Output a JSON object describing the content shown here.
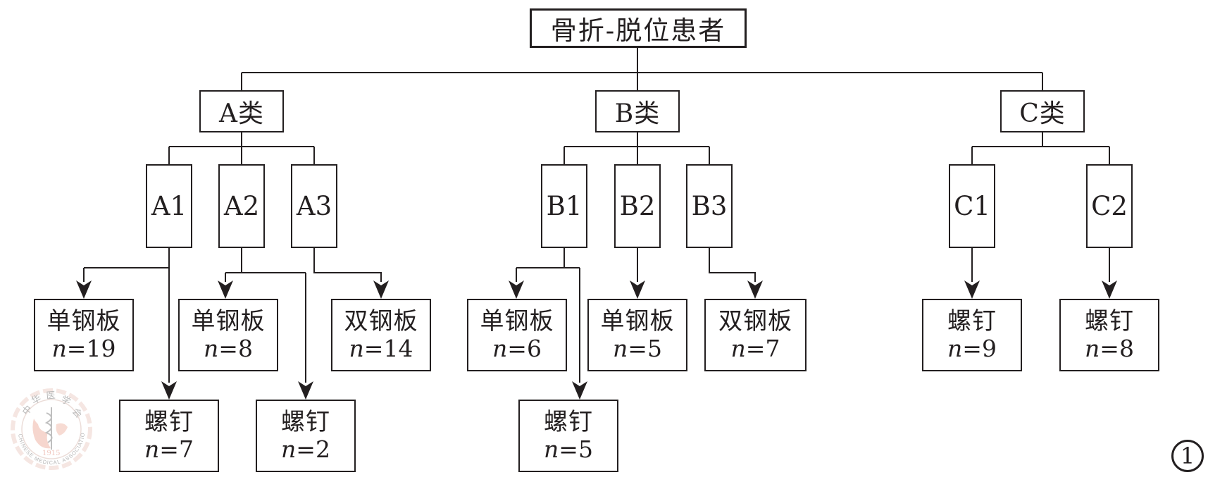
{
  "figure": {
    "root": {
      "label": "骨折-脱位患者"
    },
    "classes": [
      {
        "label": "A类"
      },
      {
        "label": "B类"
      },
      {
        "label": "C类"
      }
    ],
    "subtypes": [
      {
        "label": "A1"
      },
      {
        "label": "A2"
      },
      {
        "label": "A3"
      },
      {
        "label": "B1"
      },
      {
        "label": "B2"
      },
      {
        "label": "B3"
      },
      {
        "label": "C1"
      },
      {
        "label": "C2"
      }
    ],
    "outcomes": [
      {
        "label": "单钢板",
        "n": "19"
      },
      {
        "label": "单钢板",
        "n": "8"
      },
      {
        "label": "双钢板",
        "n": "14"
      },
      {
        "label": "单钢板",
        "n": "6"
      },
      {
        "label": "单钢板",
        "n": "5"
      },
      {
        "label": "双钢板",
        "n": "7"
      },
      {
        "label": "螺钉",
        "n": "9"
      },
      {
        "label": "螺钉",
        "n": "8"
      }
    ],
    "secondary_outcomes": [
      {
        "label": "螺钉",
        "n": "7"
      },
      {
        "label": "螺钉",
        "n": "2"
      },
      {
        "label": "螺钉",
        "n": "5"
      }
    ],
    "symbols": {
      "n_var": "n",
      "equals": "=",
      "figure_number": "1"
    },
    "watermark": {
      "org_cn": "中华医学会",
      "org_en": "CHINESE MEDICAL ASSOCIATION",
      "year": "1915"
    },
    "colors": {
      "line": "#231f20",
      "background": "#ffffff",
      "watermark_pink": "#f0bdb0",
      "watermark_gray": "#ababab"
    }
  }
}
